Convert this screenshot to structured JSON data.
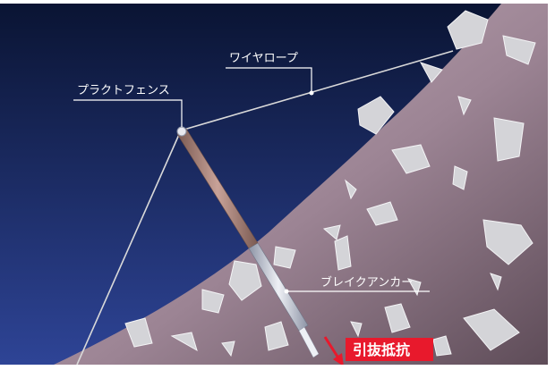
{
  "labels": {
    "fence": "プラクトフェンス",
    "wire": "ワイヤロープ",
    "anchor": "ブレイクアンカー",
    "resistance": "引抜抵抗"
  },
  "colors": {
    "sky_top": "#0a1433",
    "sky_bottom": "#2a3f8f",
    "slope_light": "#b49aa8",
    "slope_dark": "#6e5a66",
    "rock": "#d6d6d6",
    "wire": "#d9d9d9",
    "post": "#a88478",
    "anchor": "#c8ccd6",
    "accent_red": "#e8192c"
  },
  "icons": {
    "arrow": "red-arrow-down-right-icon"
  }
}
